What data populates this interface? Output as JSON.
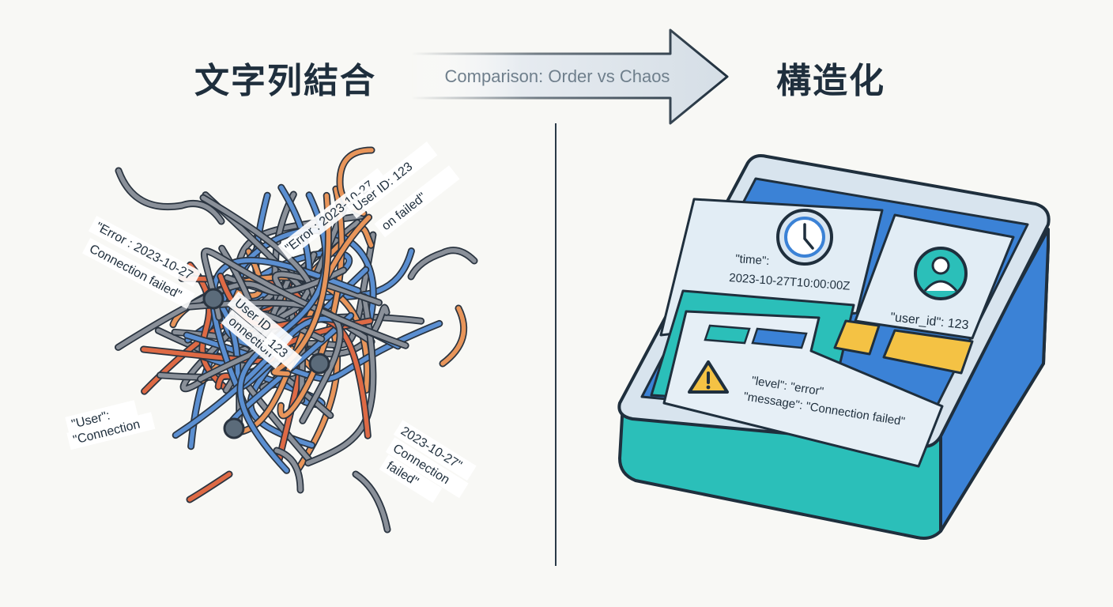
{
  "headings": {
    "left": "文字列結合",
    "right": "構造化"
  },
  "arrow": {
    "label": "Comparison: Order vs Chaos"
  },
  "left_panel": {
    "snippets": [
      "\"Error : 2023-10-27",
      "Connection failed\"",
      "User ID",
      "onnection",
      "123",
      "\"Error : 2023-10-27",
      "User ID: 123",
      "on failed\"",
      "\"User\":",
      "\"Connection",
      "2023-10-27\"",
      "Connection",
      "failed\""
    ]
  },
  "right_panel": {
    "time_label": "\"time\":",
    "time_value": "2023-10-27T10:00:00Z",
    "user_id": "\"user_id\": 123",
    "level": "\"level\": \"error\"",
    "message": "\"message\": \"Connection failed\"",
    "icons": [
      "clock-icon",
      "user-icon",
      "warning-icon"
    ]
  },
  "colors": {
    "tray_teal": "#2bbfb9",
    "tray_blue": "#3b82d6",
    "accent_yellow": "#f4c244",
    "strand_orange": "#e8955a",
    "strand_red": "#de6a45",
    "strand_blue": "#5b8fd1",
    "strand_gray": "#8a9099",
    "ink": "#1f2f3d"
  }
}
